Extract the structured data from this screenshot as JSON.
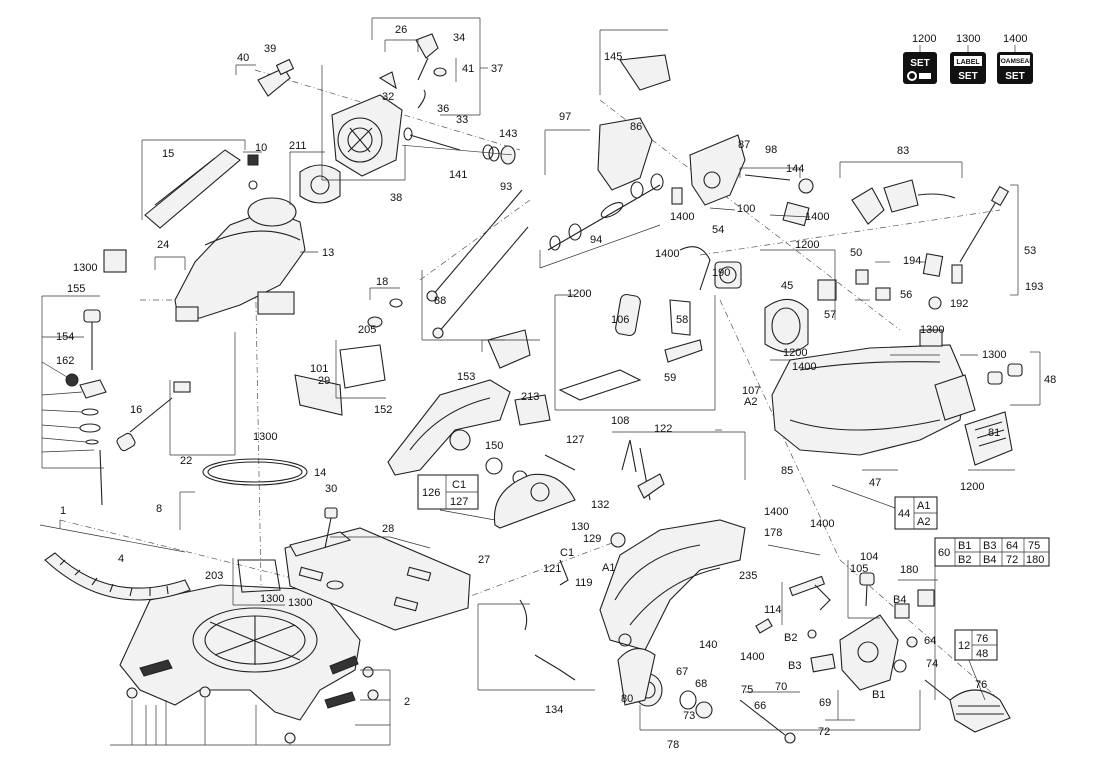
{
  "diagram": {
    "callouts": [
      "1",
      "2",
      "4",
      "8",
      "10",
      "13",
      "14",
      "15",
      "16",
      "18",
      "22",
      "24",
      "26",
      "27",
      "28",
      "29",
      "30",
      "32",
      "33",
      "34",
      "36",
      "37",
      "38",
      "39",
      "40",
      "41",
      "45",
      "47",
      "48",
      "50",
      "53",
      "54",
      "56",
      "57",
      "58",
      "59",
      "64",
      "66",
      "67",
      "68",
      "69",
      "70",
      "72",
      "73",
      "74",
      "75",
      "76",
      "78",
      "80",
      "81",
      "83",
      "85",
      "86",
      "87",
      "88",
      "93",
      "94",
      "97",
      "98",
      "100",
      "101",
      "104",
      "105",
      "106",
      "107",
      "108",
      "114",
      "119",
      "121",
      "122",
      "127",
      "129",
      "130",
      "132",
      "134",
      "140",
      "141",
      "143",
      "144",
      "145",
      "150",
      "152",
      "153",
      "154",
      "155",
      "162",
      "178",
      "180",
      "190",
      "192",
      "193",
      "194",
      "203",
      "205",
      "211",
      "213",
      "235",
      "1200",
      "1300",
      "1400",
      "A1",
      "A2",
      "B1",
      "B2",
      "B3",
      "B4",
      "C1"
    ],
    "kits": [
      {
        "number": "1200",
        "caption": "SET"
      },
      {
        "number": "1300",
        "caption": "LABEL SET"
      },
      {
        "number": "1400",
        "caption": "FOAMSEAL SET"
      }
    ],
    "tables": {
      "t126": {
        "left": "126",
        "right": [
          "C1",
          "127"
        ]
      },
      "t44": {
        "left": "44",
        "right": [
          "A1",
          "A2"
        ]
      },
      "t12": {
        "left": "12",
        "right": [
          "76",
          "48"
        ]
      },
      "t60": {
        "left": "60",
        "rows": [
          [
            "B1",
            "B3",
            "64",
            "75"
          ],
          [
            "B2",
            "B4",
            "72",
            "180"
          ]
        ]
      }
    }
  }
}
